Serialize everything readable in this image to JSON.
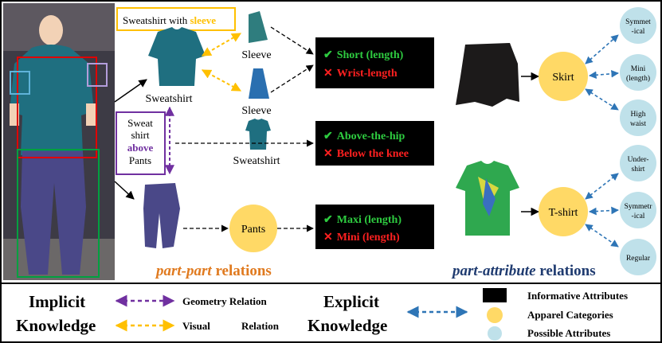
{
  "part_part": {
    "caption_italic": "part-part",
    "caption_rest": " relations",
    "sweatshirt_sleeve_box": {
      "prefix": "Sweatshirt with ",
      "highlight": "sleeve"
    },
    "labels": {
      "sleeve_top": "Sleeve",
      "sleeve_bottom": "Sleeve",
      "sweatshirt_left": "Sweatshirt",
      "sweatshirt_mid": "Sweatshirt"
    },
    "above_box": {
      "line1": "Sweat",
      "line2": "shirt",
      "line3": "above",
      "line4": "Pants"
    },
    "pants_circle": "Pants",
    "attr_boxes": [
      {
        "good": "Short (length)",
        "bad": "Wrist-length"
      },
      {
        "good": "Above-the-hip",
        "bad": "Below the knee"
      },
      {
        "good": "Maxi (length)",
        "bad": "Mini (length)"
      }
    ]
  },
  "part_attribute": {
    "caption_italic": "part-attribute",
    "caption_rest": " relations",
    "skirt": {
      "category": "Skirt",
      "attributes": [
        [
          "Symmet",
          "-ical"
        ],
        [
          "Mini",
          "(length)"
        ],
        [
          "High",
          "waist"
        ]
      ]
    },
    "tshirt": {
      "category": "T-shirt",
      "attributes": [
        [
          "Under-",
          "shirt"
        ],
        [
          "Symmetr",
          "-ical"
        ],
        [
          "Regular"
        ]
      ]
    }
  },
  "icons": {
    "check": "✔",
    "cross": "✕"
  },
  "legend": {
    "implicit": [
      "Implicit",
      "Knowledge"
    ],
    "geometry": "Geometry Relation",
    "visual": [
      "Visual",
      "Relation"
    ],
    "explicit": [
      "Explicit",
      "Knowledge"
    ],
    "informative": "Informative Attributes",
    "categories": "Apparel Categories",
    "possible": "Possible Attributes"
  },
  "colors": {
    "purple": "#7030a0",
    "yellow": "#ffc000",
    "blue": "#2e75b6",
    "orange": "#e07a1f",
    "navy": "#1f3b70",
    "circle_yellow": "#ffd966",
    "circle_blue": "#bfe1ea",
    "check_green": "#2ecc40",
    "cross_red": "#ff2020",
    "red_box": "#e00000",
    "green_box": "#00a040",
    "light_blue_box": "#5fb3d9",
    "lavender_box": "#b39ddb"
  }
}
